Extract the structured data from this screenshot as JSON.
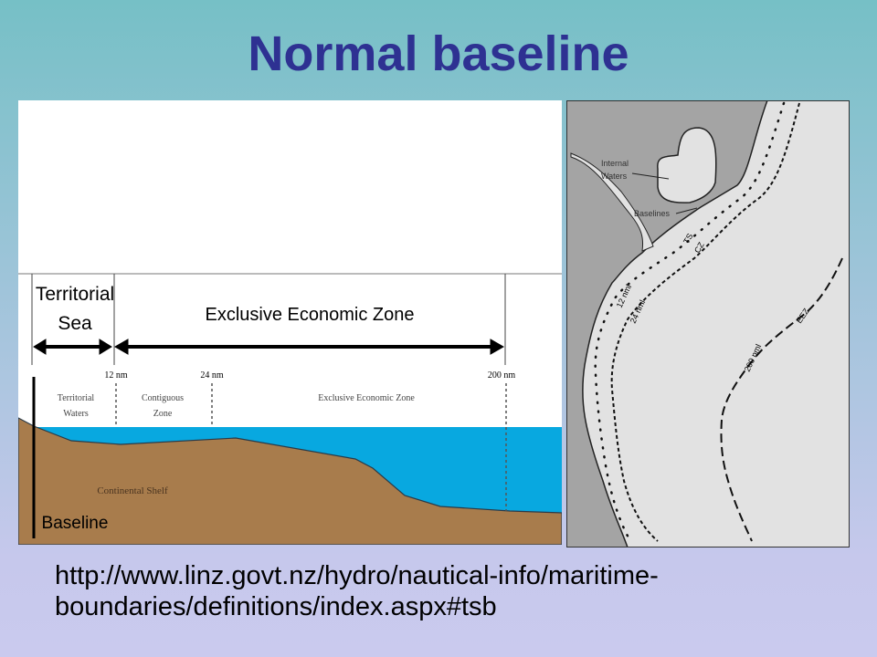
{
  "slide": {
    "title": "Normal baseline",
    "source_url_line1": "http://www.linz.govt.nz/hydro/nautical-info/maritime-",
    "source_url_line2": "boundaries/definitions/index.aspx#tsb"
  },
  "left_diagram": {
    "territorial_sea_line1": "Territorial",
    "territorial_sea_line2": "Sea",
    "eez_heading": "Exclusive Economic Zone",
    "tick_12": "12 nm",
    "tick_24": "24 nm",
    "tick_200": "200 nm",
    "territorial_waters_line1": "Territorial",
    "territorial_waters_line2": "Waters",
    "contiguous_line1": "Contiguous",
    "contiguous_line2": "Zone",
    "eez_small": "Exclusive Economic Zone",
    "continental_shelf": "Continental Shelf",
    "baseline": "Baseline",
    "colors": {
      "water": "#08a8e0",
      "land": "#a87c4c"
    }
  },
  "right_map": {
    "internal_waters_line1": "Internal",
    "internal_waters_line2": "Waters",
    "baselines": "Baselines",
    "ts": "TS",
    "cz": "CZ",
    "nm12": "12 nml",
    "nm24": "24 nml",
    "nm200": "200 nml",
    "eez": "EEZ"
  }
}
